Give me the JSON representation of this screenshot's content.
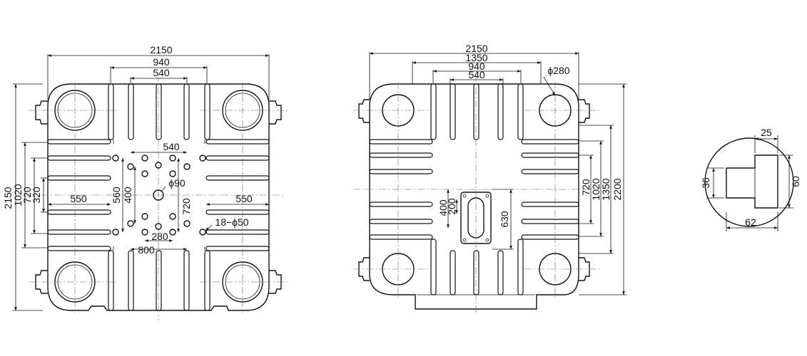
{
  "front_view": {
    "dims_top": [
      "2150",
      "940",
      "540"
    ],
    "dims_left": [
      "2150",
      "1020",
      "720",
      "320"
    ],
    "center_labels": {
      "top": "540",
      "left": "550",
      "right": "550",
      "v560": "560",
      "v400": "400",
      "hole_center": "ϕ90",
      "v720": "720",
      "holes": "18−ϕ50",
      "b280": "280",
      "b800": "800"
    }
  },
  "back_view": {
    "dims_top": [
      "2150",
      "1350",
      "940",
      "540"
    ],
    "bore": "ϕ280",
    "dims_right": [
      "720",
      "1020",
      "1350",
      "2200"
    ],
    "slot_labels": [
      "400",
      "200",
      "630"
    ]
  },
  "detail_view": {
    "dims": [
      "25",
      "36",
      "60",
      "62"
    ]
  }
}
